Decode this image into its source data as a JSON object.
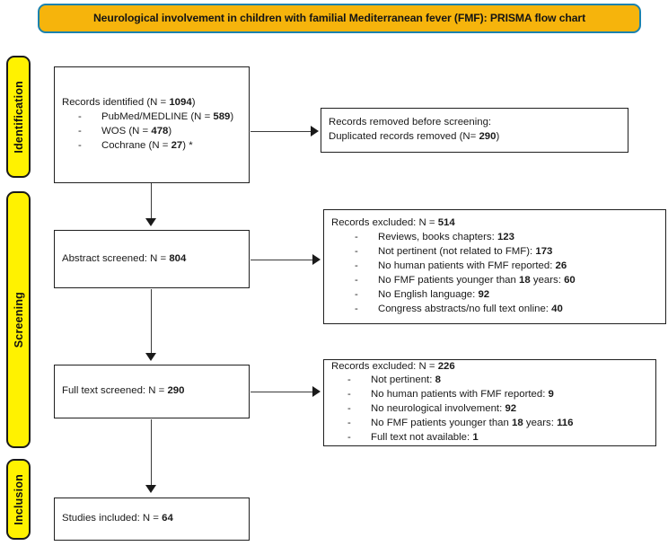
{
  "title": {
    "text": "Neurological involvement in children with familial Mediterranean fever (FMF): PRISMA flow chart",
    "fill_color": "#F6B40C",
    "border_color": "#1B82AE"
  },
  "stages": {
    "identification": "Identification",
    "screening": "Screening",
    "inclusion": "Inclusion",
    "fill_color": "#FFF200"
  },
  "boxes": {
    "identified": {
      "heading": "Records identified (N = 1094)",
      "bullets": [
        "PubMed/MEDLINE (N = 589)",
        "WOS (N = 478)",
        "Cochrane (N = 27) *"
      ]
    },
    "duplicates": {
      "line1": "Records removed before screening:",
      "line2": "Duplicated records removed (N= 290)"
    },
    "abstract_screened": {
      "text": "Abstract screened: N = 804"
    },
    "excluded_screening": {
      "heading": "Records excluded: N = 514",
      "bullets": [
        "Reviews, books chapters: 123",
        "Not pertinent (not related to FMF): 173",
        "No human patients with FMF reported: 26",
        "No FMF patients younger than 18 years: 60",
        "No English language: 92",
        "Congress abstracts/no full text online: 40"
      ]
    },
    "fulltext_screened": {
      "text": "Full text screened: N = 290"
    },
    "excluded_fulltext": {
      "heading": "Records excluded: N = 226",
      "bullets": [
        "Not pertinent: 8",
        "No human patients with FMF reported: 9",
        "No neurological involvement: 92",
        "No FMF patients younger than 18 years: 116",
        "Full text not available: 1"
      ]
    },
    "included": {
      "text": "Studies included: N = 64"
    }
  },
  "chart_data": {
    "type": "diagram",
    "title": "Neurological involvement in children with familial Mediterranean fever (FMF): PRISMA flow chart",
    "nodes": [
      {
        "id": "identified",
        "stage": "Identification",
        "label": "Records identified",
        "value": 1094,
        "breakdown": [
          {
            "label": "PubMed/MEDLINE",
            "value": 589
          },
          {
            "label": "WOS",
            "value": 478
          },
          {
            "label": "Cochrane",
            "value": 27
          }
        ]
      },
      {
        "id": "duplicates",
        "stage": "Identification",
        "label": "Duplicated records removed",
        "value": 290
      },
      {
        "id": "abstract_screened",
        "stage": "Screening",
        "label": "Abstract screened",
        "value": 804
      },
      {
        "id": "excluded_screening",
        "stage": "Screening",
        "label": "Records excluded",
        "value": 514,
        "breakdown": [
          {
            "label": "Reviews, books chapters",
            "value": 123
          },
          {
            "label": "Not pertinent (not related to FMF)",
            "value": 173
          },
          {
            "label": "No human patients with FMF reported",
            "value": 26
          },
          {
            "label": "No FMF patients younger than 18 years",
            "value": 60
          },
          {
            "label": "No English language",
            "value": 92
          },
          {
            "label": "Congress abstracts/no full text online",
            "value": 40
          }
        ]
      },
      {
        "id": "fulltext_screened",
        "stage": "Screening",
        "label": "Full text screened",
        "value": 290
      },
      {
        "id": "excluded_fulltext",
        "stage": "Screening",
        "label": "Records excluded",
        "value": 226,
        "breakdown": [
          {
            "label": "Not pertinent",
            "value": 8
          },
          {
            "label": "No human patients with FMF reported",
            "value": 9
          },
          {
            "label": "No neurological involvement",
            "value": 92
          },
          {
            "label": "No FMF patients younger than 18 years",
            "value": 116
          },
          {
            "label": "Full text not available",
            "value": 1
          }
        ]
      },
      {
        "id": "included",
        "stage": "Inclusion",
        "label": "Studies included",
        "value": 64
      }
    ],
    "edges": [
      {
        "from": "identified",
        "to": "abstract_screened"
      },
      {
        "from": "identified",
        "to": "duplicates"
      },
      {
        "from": "abstract_screened",
        "to": "fulltext_screened"
      },
      {
        "from": "abstract_screened",
        "to": "excluded_screening"
      },
      {
        "from": "fulltext_screened",
        "to": "included"
      },
      {
        "from": "fulltext_screened",
        "to": "excluded_fulltext"
      }
    ]
  }
}
